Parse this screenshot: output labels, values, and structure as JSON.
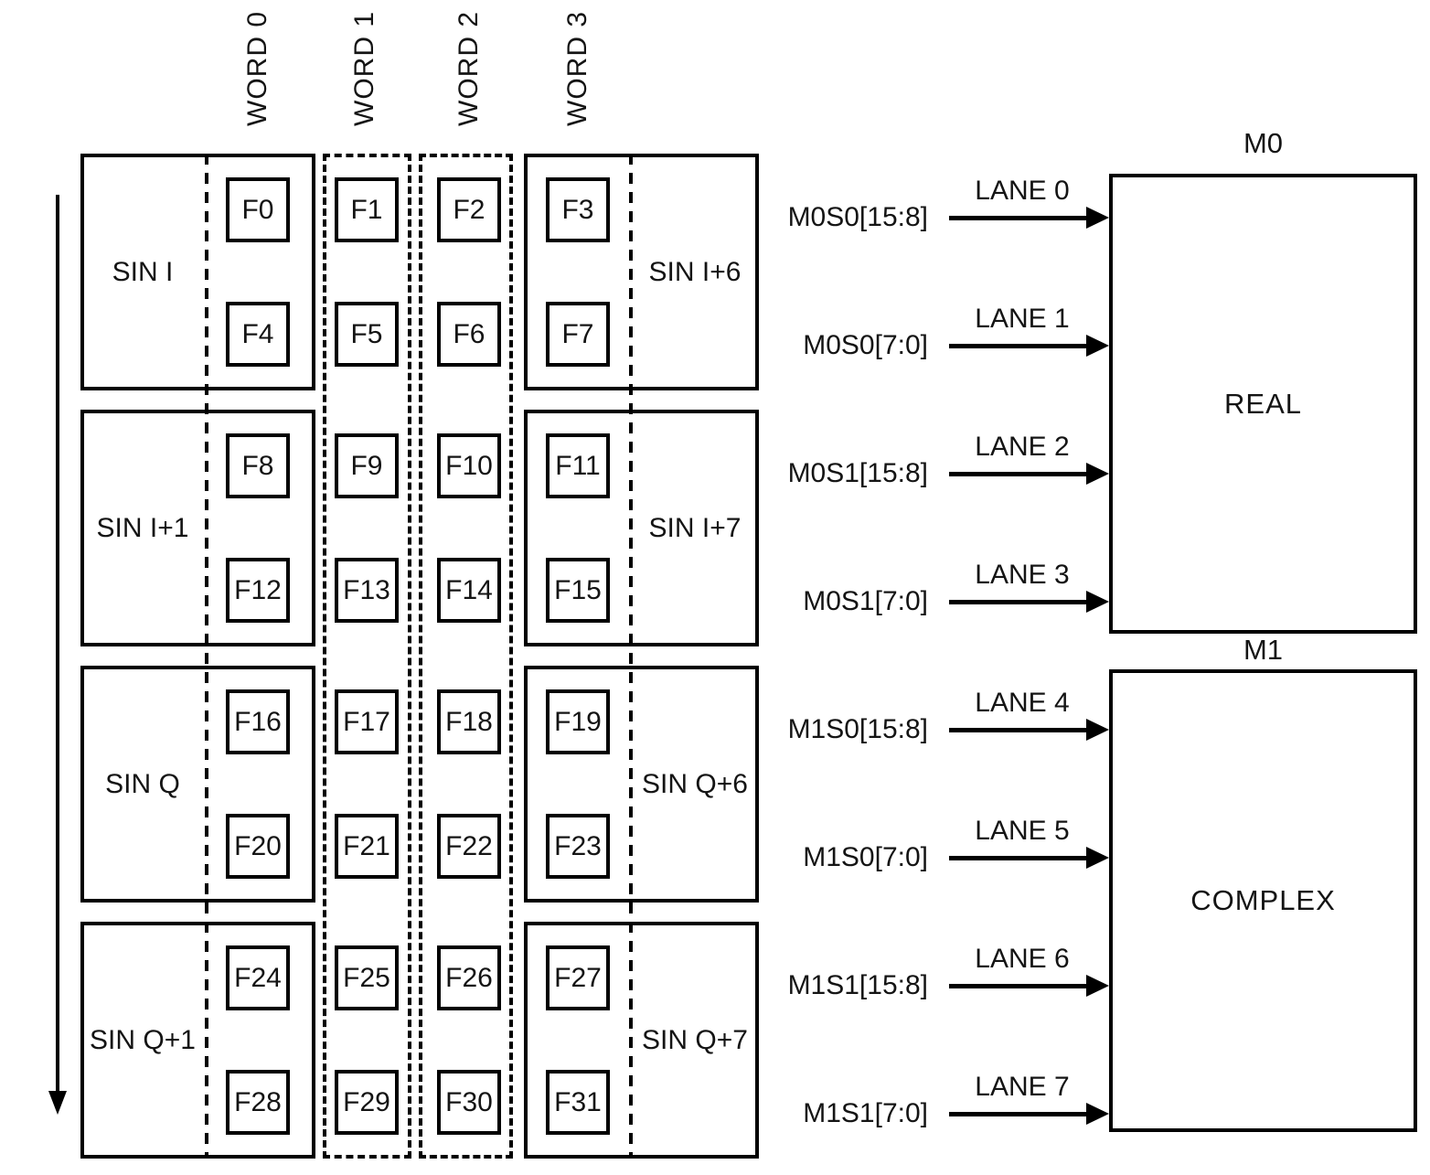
{
  "colors": {
    "line": "#000000",
    "text": "#141414",
    "background": "#ffffff"
  },
  "grid": {
    "word_headers": [
      "WORD 0",
      "WORD 1",
      "WORD 2",
      "WORD 3"
    ],
    "rows": [
      {
        "left_label": "SIN I",
        "right_label": "SIN I+6",
        "cells": [
          [
            "F0",
            "F1",
            "F2",
            "F3"
          ],
          [
            "F4",
            "F5",
            "F6",
            "F7"
          ]
        ]
      },
      {
        "left_label": "SIN I+1",
        "right_label": "SIN I+7",
        "cells": [
          [
            "F8",
            "F9",
            "F10",
            "F11"
          ],
          [
            "F12",
            "F13",
            "F14",
            "F15"
          ]
        ]
      },
      {
        "left_label": "SIN Q",
        "right_label": "SIN Q+6",
        "cells": [
          [
            "F16",
            "F17",
            "F18",
            "F19"
          ],
          [
            "F20",
            "F21",
            "F22",
            "F23"
          ]
        ]
      },
      {
        "left_label": "SIN Q+1",
        "right_label": "SIN Q+7",
        "cells": [
          [
            "F24",
            "F25",
            "F26",
            "F27"
          ],
          [
            "F28",
            "F29",
            "F30",
            "F31"
          ]
        ]
      }
    ]
  },
  "lanes": [
    {
      "signal": "M0S0[15:8]",
      "lane": "LANE 0",
      "target": "M0"
    },
    {
      "signal": "M0S0[7:0]",
      "lane": "LANE 1",
      "target": "M0"
    },
    {
      "signal": "M0S1[15:8]",
      "lane": "LANE 2",
      "target": "M0"
    },
    {
      "signal": "M0S1[7:0]",
      "lane": "LANE 3",
      "target": "M0"
    },
    {
      "signal": "M1S0[15:8]",
      "lane": "LANE 4",
      "target": "M1"
    },
    {
      "signal": "M1S0[7:0]",
      "lane": "LANE 5",
      "target": "M1"
    },
    {
      "signal": "M1S1[15:8]",
      "lane": "LANE 6",
      "target": "M1"
    },
    {
      "signal": "M1S1[7:0]",
      "lane": "LANE 7",
      "target": "M1"
    }
  ],
  "modules": [
    {
      "title": "M0",
      "content": "REAL"
    },
    {
      "title": "M1",
      "content": "COMPLEX"
    }
  ]
}
